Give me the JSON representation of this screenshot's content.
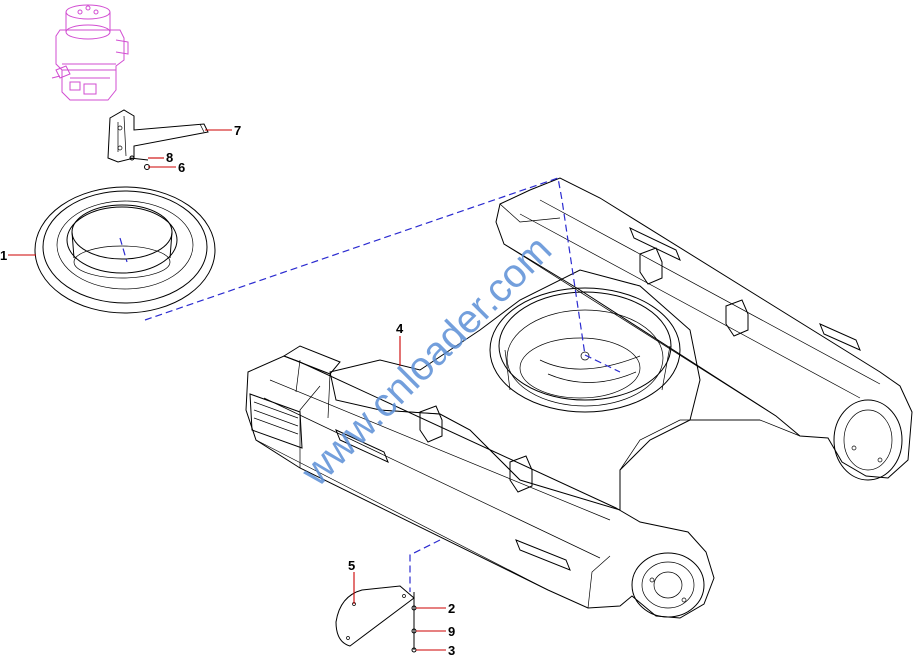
{
  "diagram": {
    "watermark": "www.cnloader.com",
    "callouts": [
      "1",
      "2",
      "3",
      "4",
      "5",
      "6",
      "7",
      "8",
      "9"
    ]
  },
  "colors": {
    "line": "#000000",
    "leader": "#cc0000",
    "dashed_connector": "#2b2bd0",
    "swivel_joint": "#d24dd2",
    "watermark": "#5b8fd6"
  }
}
